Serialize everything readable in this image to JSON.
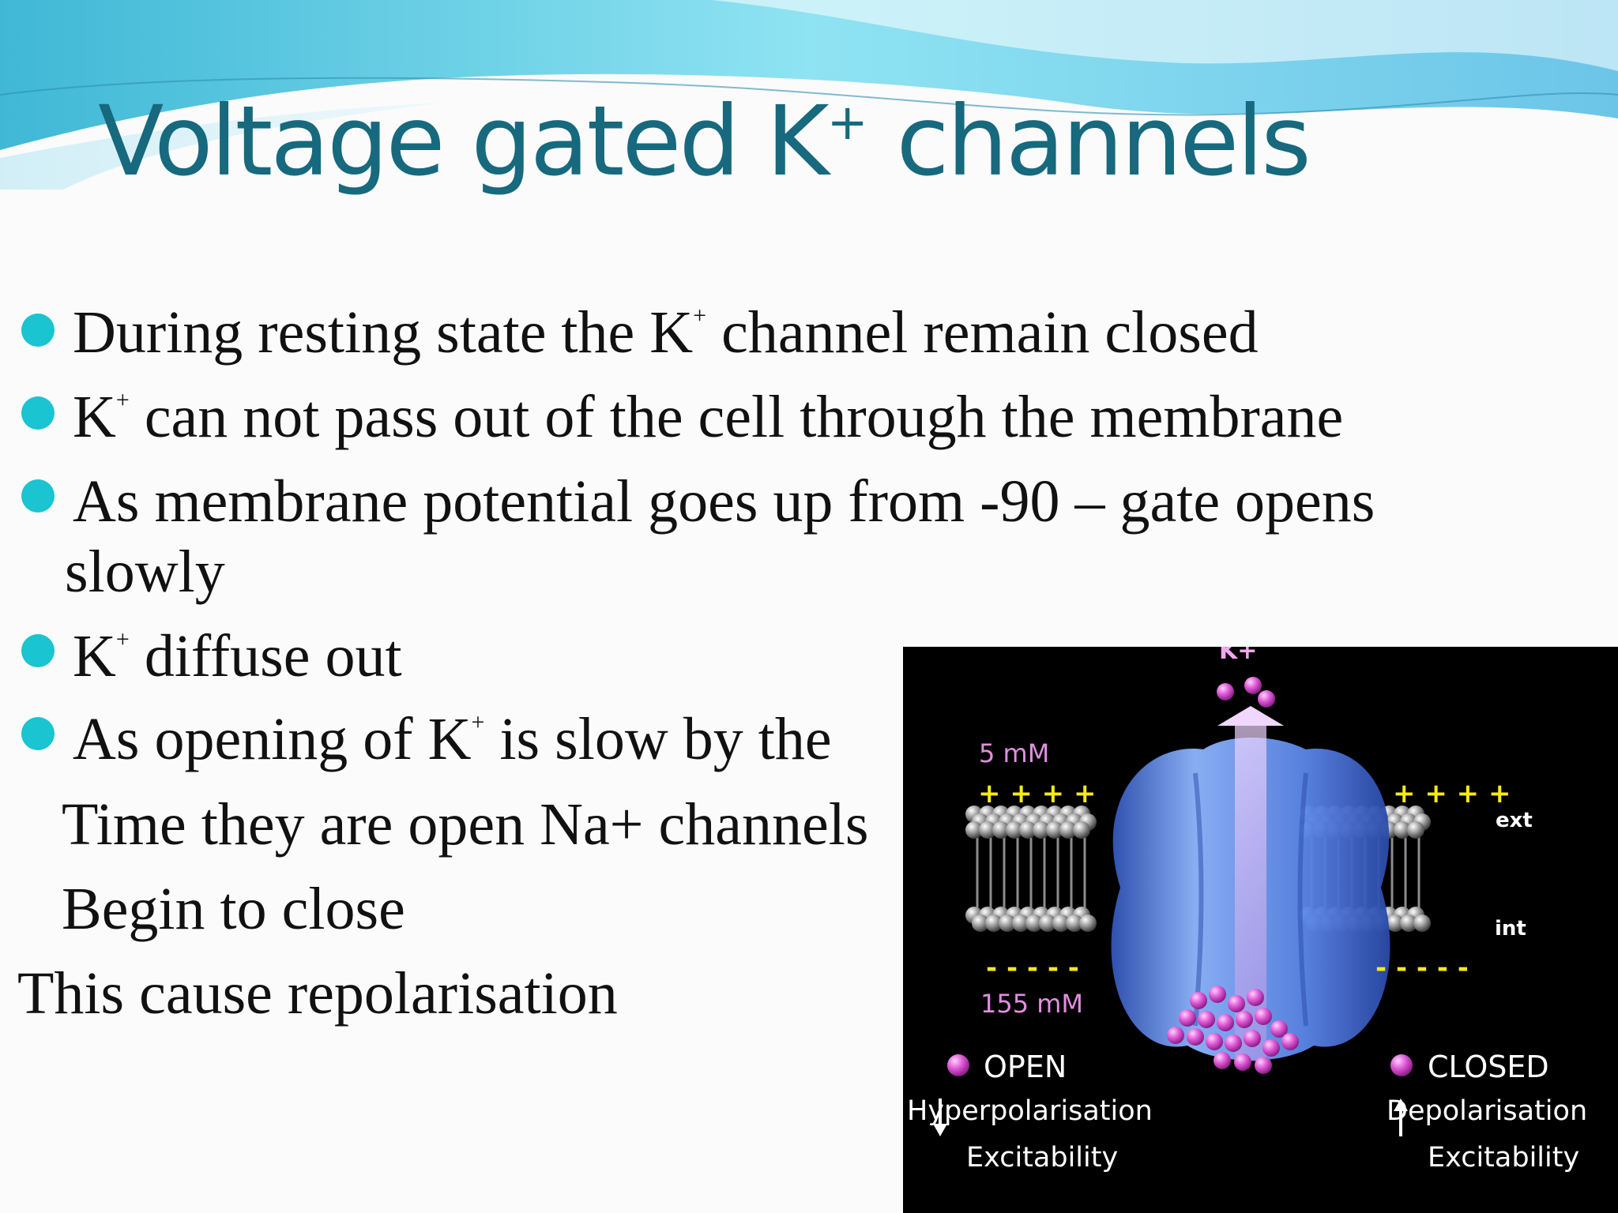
{
  "slide": {
    "title_main": "Voltage gated K",
    "title_sup": "+",
    "title_end": " channels",
    "bullets": [
      {
        "pre": "During resting state the K",
        "sup": "+",
        "post": " channel remain closed"
      },
      {
        "pre": "K",
        "sup": "+",
        "post": " can not pass out of the cell through the membrane"
      },
      {
        "pre": "As membrane potential goes up from -90 – gate opens",
        "sup": "",
        "post": ""
      },
      {
        "pre": "K",
        "sup": "+",
        "post": " diffuse out"
      },
      {
        "pre": "As opening of K",
        "sup": "+",
        "post": " is slow by the"
      }
    ],
    "continuation": "slowly",
    "extra_lines": [
      "Time they are open Na+ channels",
      "Begin to close"
    ],
    "conclusion": "This cause repolarisation"
  },
  "figure": {
    "ion_label": "K+",
    "ext_concentration": "5 mM",
    "int_concentration": "155 mM",
    "ext_label": "ext",
    "int_label": "int",
    "left_state": "OPEN",
    "left_effect": "Hyperpolarisation",
    "left_excitability": "Excitability",
    "left_arrow": "down-arrow-icon",
    "right_state": "CLOSED",
    "right_effect": "Depolarisation",
    "right_excitability": "Excitability",
    "right_arrow": "up-arrow-icon",
    "colors": {
      "title": "#17697e",
      "bullet": "#1ac4d1",
      "charge": "#f4ea1a",
      "ion": "#e05ad8",
      "concentration_text": "#e08fe0",
      "channel": "#5a86e8"
    }
  }
}
